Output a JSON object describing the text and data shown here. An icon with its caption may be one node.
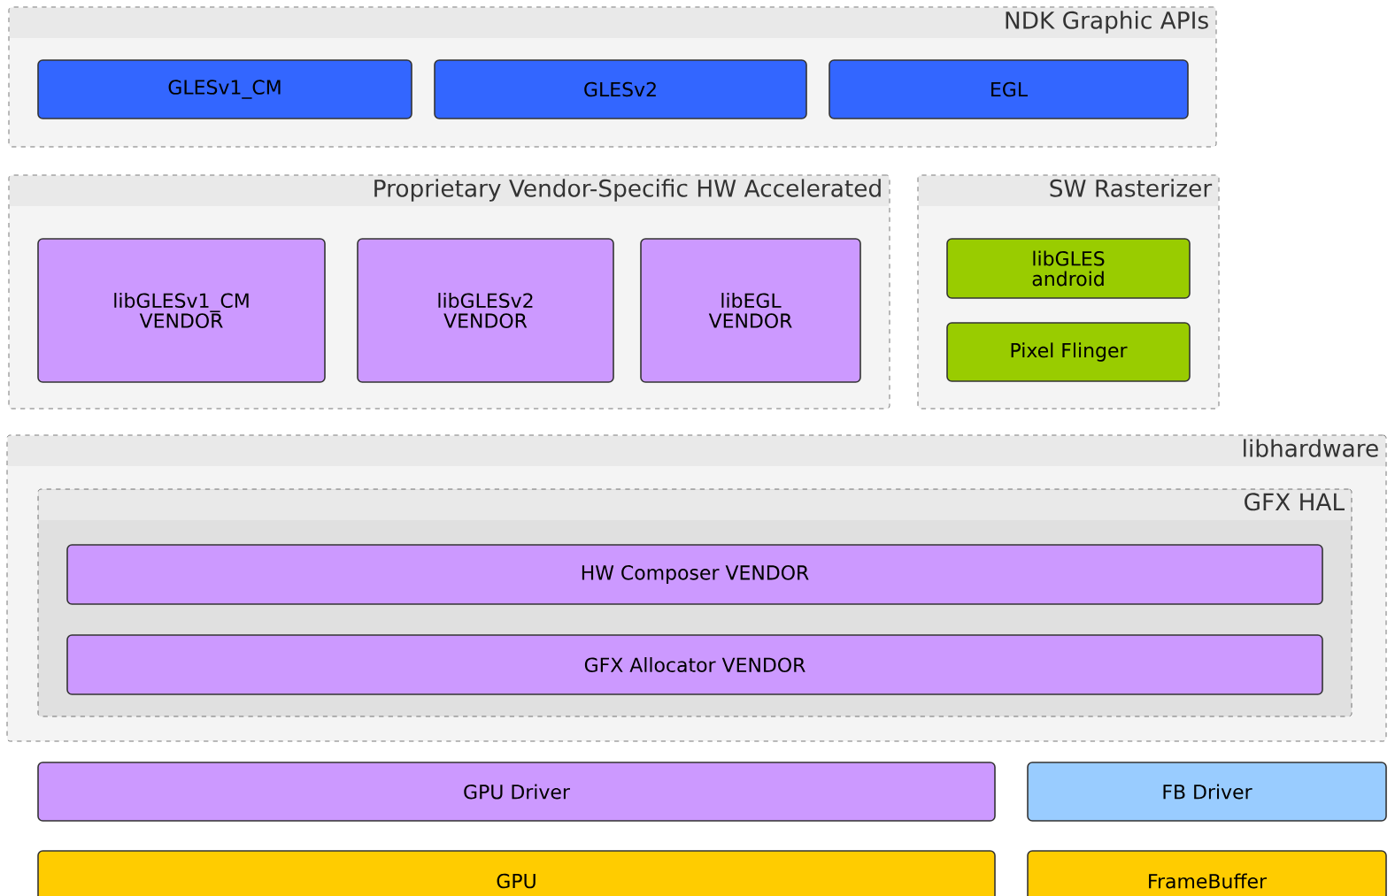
{
  "diagram": {
    "nodes": [
      {
        "text": [
          "NDK Graphic APIs"
        ]
      },
      {
        "text": [
          "GLESv1_CM"
        ],
        "in": 0
      },
      {
        "text": [
          "GLESv2"
        ],
        "in": 0
      },
      {
        "text": [
          "EGL"
        ],
        "in": 0
      },
      {
        "text": [
          "Proprietary Vendor-Specific HW Accelerated"
        ]
      },
      {
        "text": [
          "libGLESv1_CM VENDOR"
        ],
        "in": 4
      },
      {
        "text": [
          "libGLESv2 VENDOR"
        ],
        "in": 4
      },
      {
        "text": [
          "libEGL VENDOR"
        ],
        "in": 4
      },
      {
        "text": [
          "SW Rasterizer"
        ]
      },
      {
        "text": [
          "libGLES android"
        ],
        "in": 8
      },
      {
        "text": [
          "Pixel Flinger"
        ],
        "in": 8
      },
      {
        "text": [
          "libhardware"
        ]
      },
      {
        "text": [
          "GFX HAL"
        ],
        "in": 11
      },
      {
        "text": [
          "HW Composer VENDOR"
        ],
        "in": 12
      },
      {
        "text": [
          "GFX Allocator VENDOR"
        ],
        "in": 12
      },
      {
        "text": [
          "GPU Driver"
        ]
      },
      {
        "text": [
          "FB Driver"
        ]
      },
      {
        "text": [
          "GPU"
        ]
      },
      {
        "text": [
          "FrameBuffer"
        ]
      }
    ]
  }
}
